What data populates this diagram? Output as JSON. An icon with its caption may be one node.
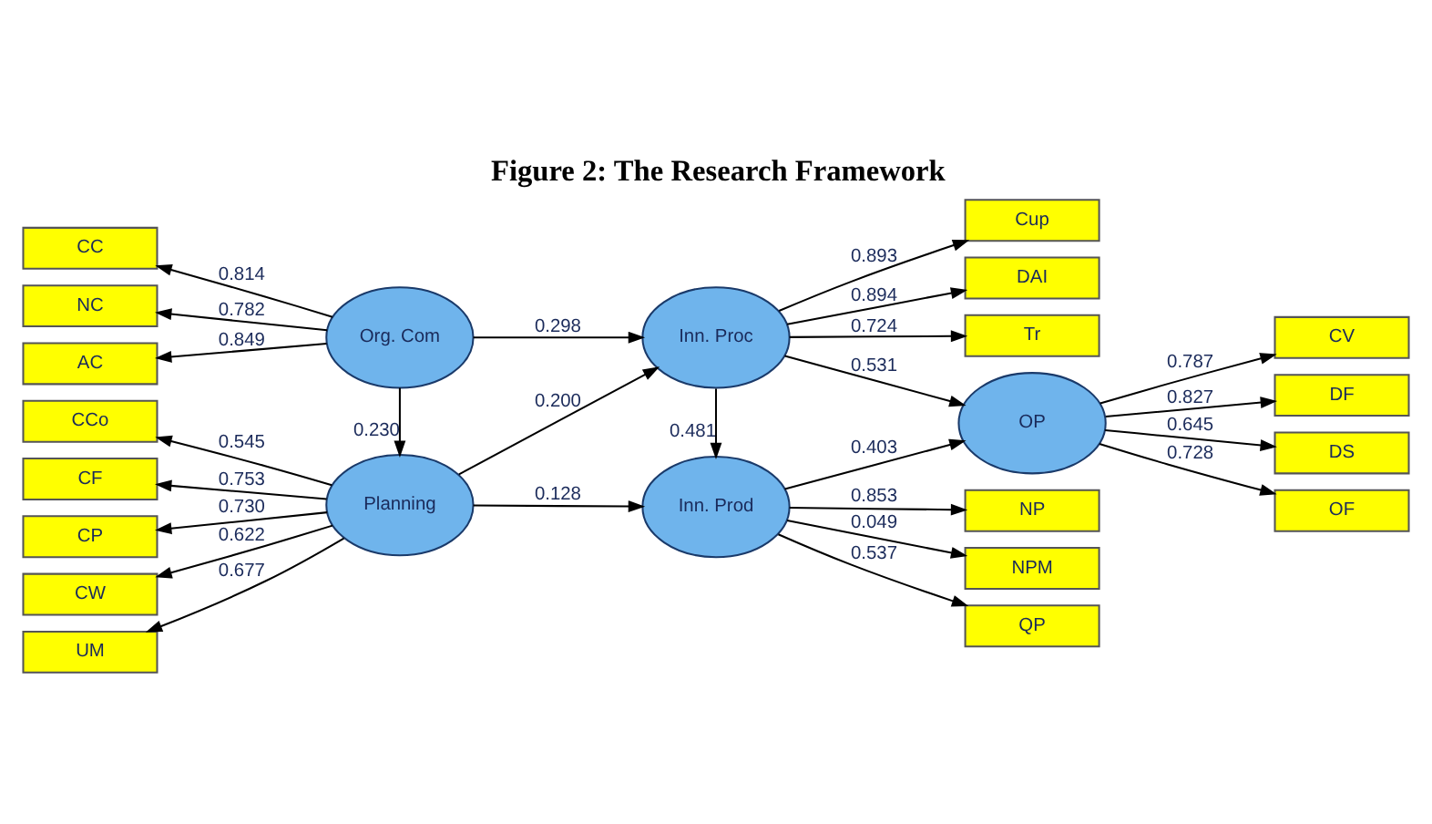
{
  "diagram": {
    "title": "Figure 2: The Research Framework",
    "nodes": [
      {
        "text": [
          "Cup"
        ]
      },
      {
        "text": [
          "DAI"
        ]
      },
      {
        "text": [
          "Tr"
        ]
      },
      {
        "text": [
          "AC"
        ]
      },
      {
        "text": [
          "CC"
        ]
      },
      {
        "text": [
          "NC"
        ]
      },
      {
        "text": [
          "Org. Com"
        ]
      },
      {
        "text": [
          "Inn. Proc"
        ]
      },
      {
        "text": [
          "CV"
        ]
      },
      {
        "text": [
          "DF"
        ]
      },
      {
        "text": [
          "OP"
        ]
      },
      {
        "text": [
          "DS"
        ]
      },
      {
        "text": [
          "OF"
        ]
      },
      {
        "text": [
          "CCo"
        ]
      },
      {
        "text": [
          "CF"
        ]
      },
      {
        "text": [
          "CP"
        ]
      },
      {
        "text": [
          "Planning"
        ]
      },
      {
        "text": [
          "Inn. Prod"
        ]
      },
      {
        "text": [
          "CW"
        ]
      },
      {
        "text": [
          "UM"
        ]
      },
      {
        "text": [
          "NP"
        ]
      },
      {
        "text": [
          "NPM"
        ]
      },
      {
        "text": [
          "QP"
        ]
      }
    ],
    "edges": [
      {
        "from": 7,
        "to": 0,
        "arrow": "to",
        "label": "0.893"
      },
      {
        "from": 7,
        "to": 1,
        "arrow": "to",
        "label": "0.894"
      },
      {
        "from": 7,
        "to": 2,
        "arrow": "to",
        "label": "0.724"
      },
      {
        "from": 6,
        "to": 3,
        "arrow": "to",
        "label": "0.849"
      },
      {
        "from": 6,
        "to": 4,
        "arrow": "to",
        "label": "0.814"
      },
      {
        "from": 6,
        "to": 5,
        "arrow": "to",
        "label": "0.782"
      },
      {
        "from": 6,
        "to": 7,
        "arrow": "to",
        "label": "0.298"
      },
      {
        "from": 6,
        "to": 16,
        "arrow": "to",
        "label": "0.230"
      },
      {
        "from": 16,
        "to": 7,
        "arrow": "to",
        "label": "0.200"
      },
      {
        "from": 7,
        "to": 17,
        "arrow": "to",
        "label": "0.481"
      },
      {
        "from": 7,
        "to": 10,
        "arrow": "to",
        "label": "0.531"
      },
      {
        "from": 16,
        "to": 17,
        "arrow": "to",
        "label": "0.128"
      },
      {
        "from": 17,
        "to": 10,
        "arrow": "to",
        "label": "0.403"
      },
      {
        "from": 10,
        "to": 8,
        "arrow": "to",
        "label": "0.787"
      },
      {
        "from": 10,
        "to": 9,
        "arrow": "to",
        "label": "0.827"
      },
      {
        "from": 10,
        "to": 11,
        "arrow": "to",
        "label": "0.645"
      },
      {
        "from": 10,
        "to": 12,
        "arrow": "to",
        "label": "0.728"
      },
      {
        "from": 16,
        "to": 13,
        "arrow": "to",
        "label": "0.545"
      },
      {
        "from": 16,
        "to": 14,
        "arrow": "to",
        "label": "0.753"
      },
      {
        "from": 16,
        "to": 15,
        "arrow": "to",
        "label": "0.730"
      },
      {
        "from": 16,
        "to": 18,
        "arrow": "to",
        "label": "0.622"
      },
      {
        "from": 16,
        "to": 19,
        "arrow": "to",
        "label": "0.677"
      },
      {
        "from": 17,
        "to": 20,
        "arrow": "to",
        "label": "0.853"
      },
      {
        "from": 17,
        "to": 21,
        "arrow": "to",
        "label": "0.049"
      },
      {
        "from": 17,
        "to": 22,
        "arrow": "to",
        "label": "0.537"
      }
    ]
  }
}
